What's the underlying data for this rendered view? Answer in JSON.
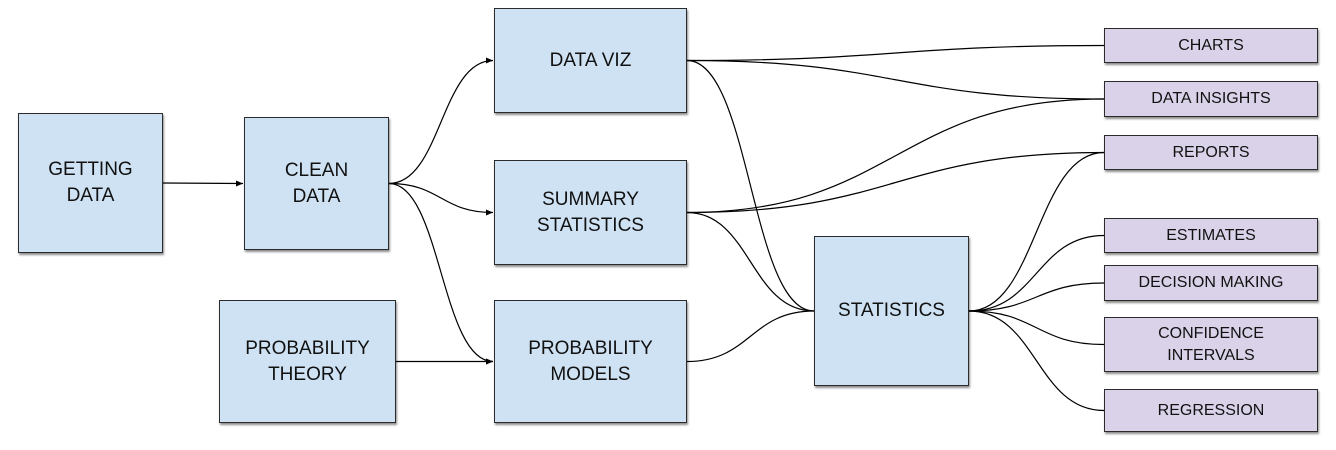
{
  "nodes": {
    "getting_data": "GETTING\nDATA",
    "clean_data": "CLEAN\nDATA",
    "probability_theory": "PROBABILITY\nTHEORY",
    "data_viz": "DATA VIZ",
    "summary_statistics": "SUMMARY\nSTATISTICS",
    "probability_models": "PROBABILITY\nMODELS",
    "statistics": "STATISTICS",
    "charts": "CHARTS",
    "data_insights": "DATA INSIGHTS",
    "reports": "REPORTS",
    "estimates": "ESTIMATES",
    "decision_making": "DECISION MAKING",
    "confidence_intervals": "CONFIDENCE\nINTERVALS",
    "regression": "REGRESSION"
  },
  "edges": [
    {
      "from": "getting_data",
      "to": "clean_data",
      "arrow": true
    },
    {
      "from": "clean_data",
      "to": "data_viz",
      "arrow": true
    },
    {
      "from": "clean_data",
      "to": "summary_statistics",
      "arrow": true
    },
    {
      "from": "clean_data",
      "to": "probability_models",
      "arrow": true
    },
    {
      "from": "probability_theory",
      "to": "probability_models",
      "arrow": true
    },
    {
      "from": "data_viz",
      "to": "charts",
      "arrow": false
    },
    {
      "from": "data_viz",
      "to": "data_insights",
      "arrow": false
    },
    {
      "from": "data_viz",
      "to": "statistics",
      "arrow": false
    },
    {
      "from": "summary_statistics",
      "to": "data_insights",
      "arrow": false
    },
    {
      "from": "summary_statistics",
      "to": "reports",
      "arrow": false
    },
    {
      "from": "summary_statistics",
      "to": "statistics",
      "arrow": false
    },
    {
      "from": "probability_models",
      "to": "statistics",
      "arrow": false
    },
    {
      "from": "statistics",
      "to": "reports",
      "arrow": false
    },
    {
      "from": "statistics",
      "to": "estimates",
      "arrow": false
    },
    {
      "from": "statistics",
      "to": "decision_making",
      "arrow": false
    },
    {
      "from": "statistics",
      "to": "confidence_intervals",
      "arrow": false
    },
    {
      "from": "statistics",
      "to": "regression",
      "arrow": false
    }
  ],
  "colors": {
    "input_fill": "#cfe2f3",
    "output_fill": "#d9d2e9",
    "border": "#2b2b2b",
    "line": "#000000"
  }
}
